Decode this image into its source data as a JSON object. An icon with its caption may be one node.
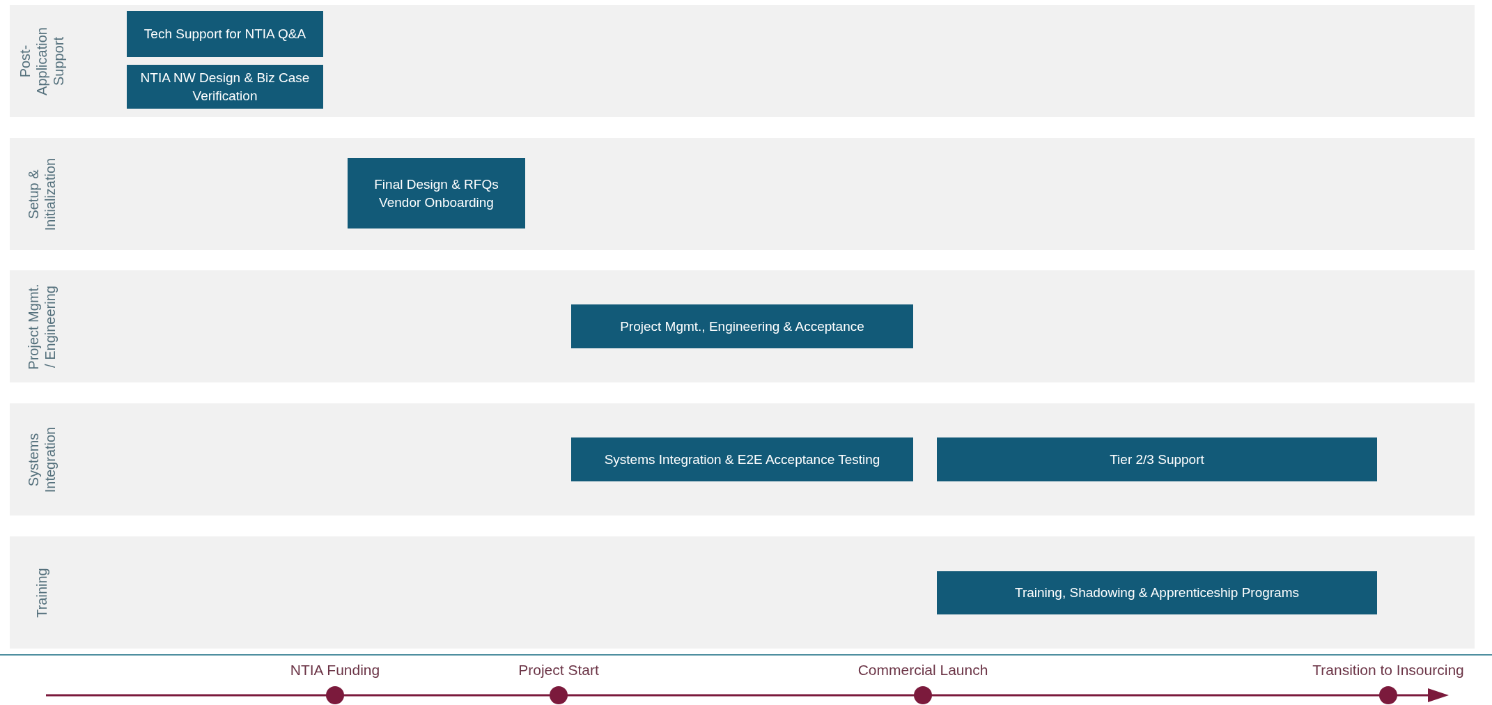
{
  "diagram": {
    "nodes": [
      {
        "text": [
          "Post-Application Support"
        ]
      },
      {
        "text": [
          "Tech Support for NTIA Q&A"
        ],
        "in": 0
      },
      {
        "text": [
          "NTIA NW Design & Biz Case Verification"
        ],
        "in": 0
      },
      {
        "text": [
          "Setup & Initialization"
        ]
      },
      {
        "text": [
          "Final Design & RFQs Vendor Onboarding"
        ],
        "in": 3
      },
      {
        "text": [
          "Project Mgmt. / Engineering"
        ]
      },
      {
        "text": [
          "Project Mgmt., Engineering & Acceptance"
        ],
        "in": 5
      },
      {
        "text": [
          "Systems Integration"
        ]
      },
      {
        "text": [
          "Systems Integration & E2E Acceptance Testing"
        ],
        "in": 7
      },
      {
        "text": [
          "Tier 2/3 Support"
        ],
        "in": 7
      },
      {
        "text": [
          "Training"
        ]
      },
      {
        "text": [
          "Training, Shadowing & Apprenticeship Programs"
        ],
        "in": 10
      }
    ],
    "edges": [],
    "labels": [
      "NTIA Funding",
      "Project Start",
      "Commercial Launch",
      "Transition to Insourcing"
    ]
  }
}
